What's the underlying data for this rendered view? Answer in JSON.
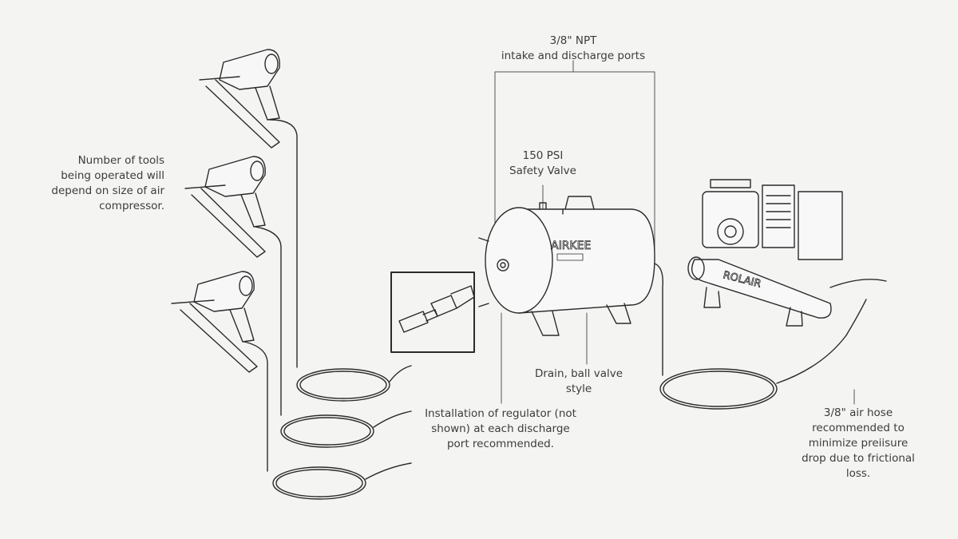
{
  "labels": {
    "ports": [
      "3/8\" NPT",
      "intake and discharge ports"
    ],
    "safety_valve": [
      "150 PSI",
      "Safety Valve"
    ],
    "tools": [
      "Number of tools",
      "being operated will",
      "depend on size of air",
      "compressor."
    ],
    "drain": [
      "Drain, ball valve",
      "style"
    ],
    "regulator": [
      "Installation of regulator (not",
      "shown) at each discharge",
      "port recommended."
    ],
    "air_hose": [
      "3/8\" air hose",
      "recommended to",
      "minimize preiisure",
      "drop due to frictional",
      "loss."
    ]
  },
  "logos": {
    "tank": "AIRKEE",
    "compressor": "ROLAIR"
  },
  "colors": {
    "background": "#f4f4f3",
    "line": "#2b2b2b",
    "text": "#3c3c3c"
  }
}
